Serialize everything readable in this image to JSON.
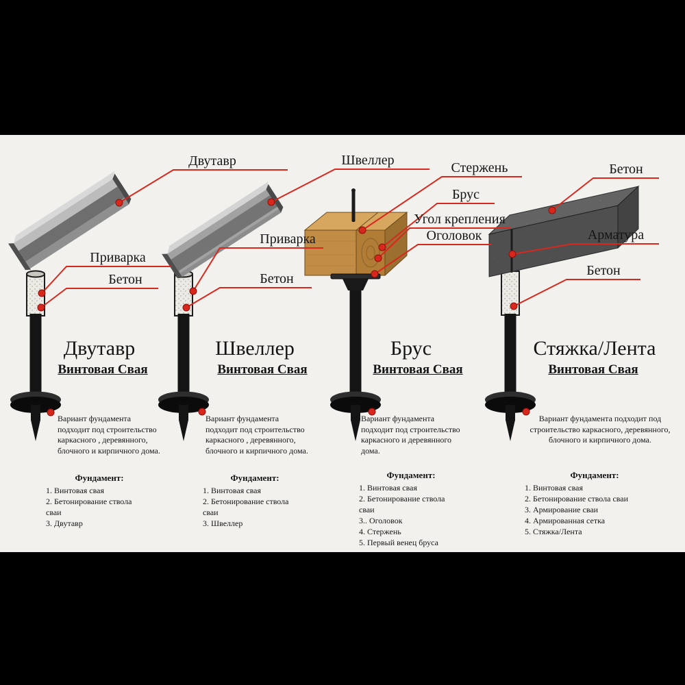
{
  "colors": {
    "accent_red": "#d8281e",
    "background": "#f2f1ee",
    "bar": "#000000"
  },
  "columns": [
    {
      "callouts": [
        {
          "label": "Двутавр"
        },
        {
          "label": "Приварка"
        },
        {
          "label": "Бетон"
        }
      ],
      "title": "Двутавр",
      "subtitle": "Винтовая Свая",
      "description": "Вариант фундамента подходит под строительство каркасного , деревянного, блочного и кирпичного дома.",
      "foundation_heading": "Фундамент:",
      "foundation_items": [
        "1. Винтовая свая",
        "2. Бетонирование ствола сваи",
        "3. Двутавр"
      ]
    },
    {
      "callouts": [
        {
          "label": "Швеллер"
        },
        {
          "label": "Приварка"
        },
        {
          "label": "Бетон"
        }
      ],
      "title": "Швеллер",
      "subtitle": "Винтовая Свая",
      "description": "Вариант фундамента подходит под строительство каркасного , деревянного, блочного и кирпичного дома.",
      "foundation_heading": "Фундамент:",
      "foundation_items": [
        "1. Винтовая свая",
        "2. Бетонирование ствола сваи",
        "3. Швеллер"
      ]
    },
    {
      "callouts": [
        {
          "label": "Стержень"
        },
        {
          "label": "Брус"
        },
        {
          "label": "Угол крепления"
        },
        {
          "label": "Оголовок"
        }
      ],
      "title": "Брус",
      "subtitle": "Винтовая Свая",
      "description": "Вариант фундамента подходит под строительство каркасного и деревянного дома.",
      "foundation_heading": "Фундамент:",
      "foundation_items": [
        "1. Винтовая свая",
        "2. Бетонирование ствола сваи",
        "3.. Оголовок",
        "4. Стержень",
        "5. Первый венец бруса"
      ]
    },
    {
      "callouts": [
        {
          "label": "Бетон"
        },
        {
          "label": "Арматура"
        },
        {
          "label": "Бетон"
        }
      ],
      "title": "Стяжка/Лента",
      "subtitle": "Винтовая Свая",
      "description": "Вариант фундамента подходит под строительство каркасного, деревянного, блочного и кирпичного дома.",
      "foundation_heading": "Фундамент:",
      "foundation_items": [
        "1. Винтовая свая",
        "2. Бетонирование ствола сваи",
        "3. Армирование сваи",
        "4. Армированная сетка",
        "5. Стяжка/Лента"
      ]
    }
  ]
}
